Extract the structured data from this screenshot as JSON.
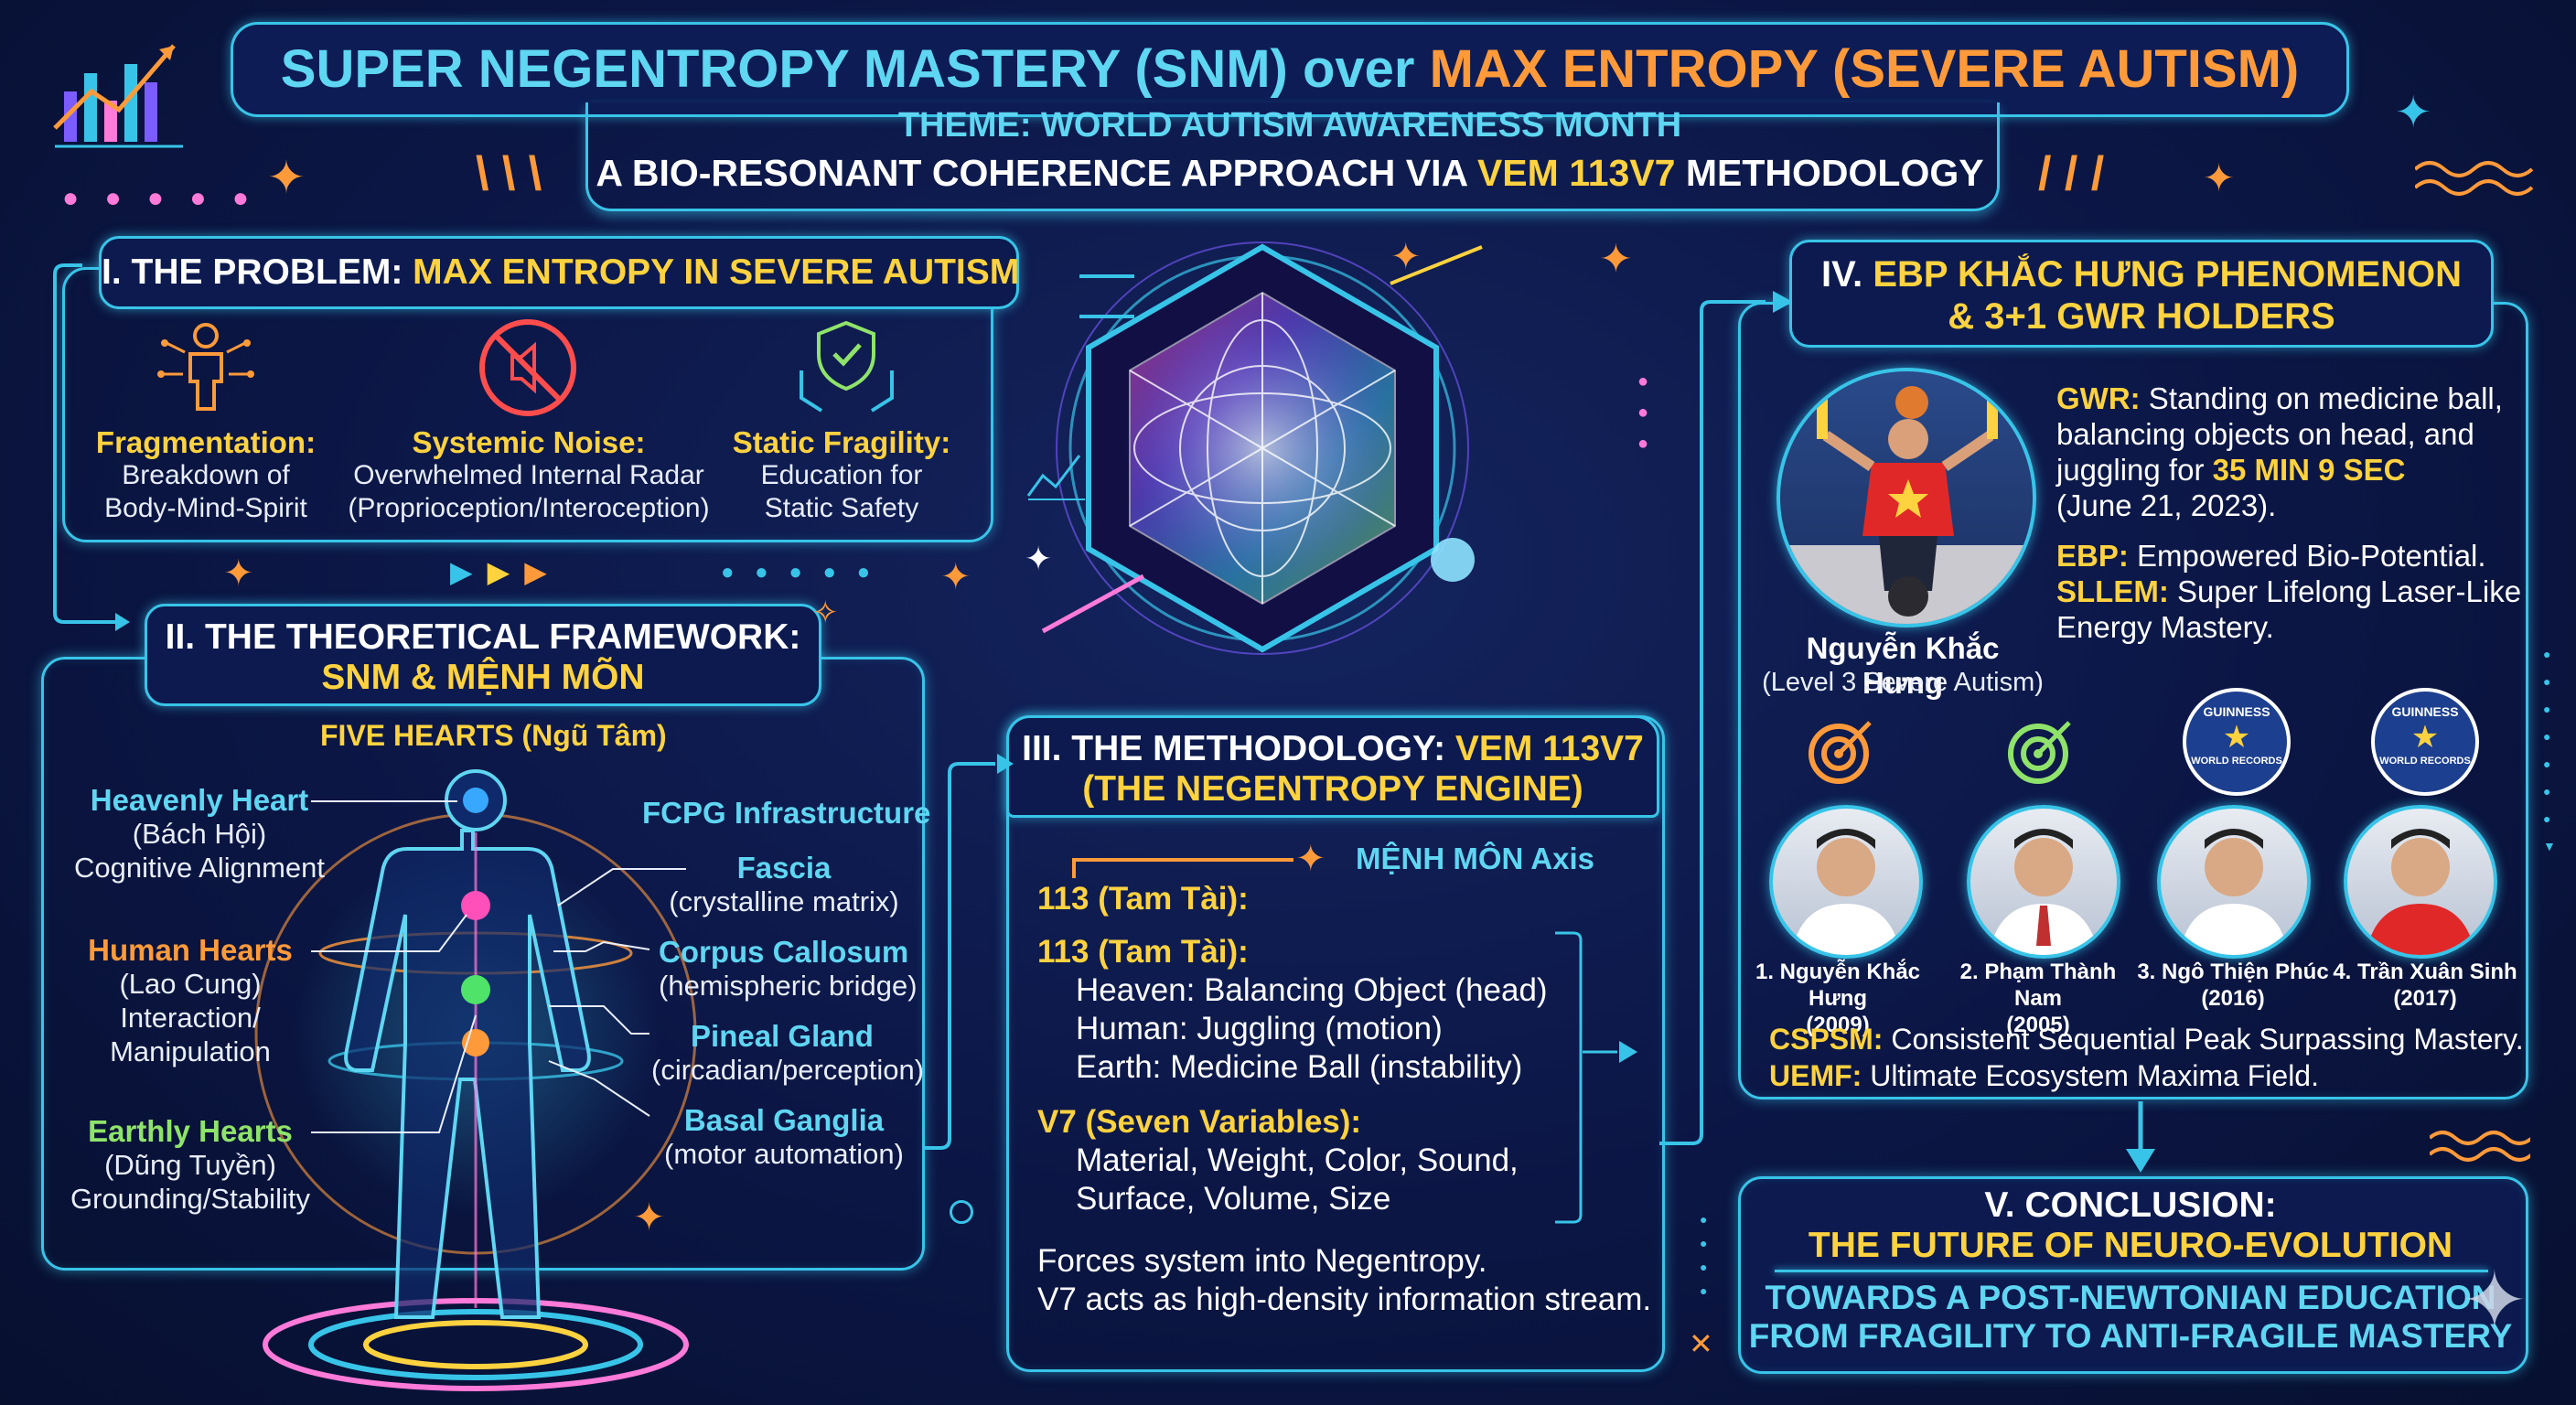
{
  "title": {
    "part1": "SUPER NEGENTROPY MASTERY (SNM) over ",
    "part2": "MAX ENTROPY (SEVERE AUTISM)",
    "theme": "THEME: WORLD AUTISM AWARENESS MONTH",
    "sub1": "A BIO-RESONANT COHERENCE APPROACH VIA ",
    "sub2": "VEM 113V7",
    "sub3": " METHODOLOGY"
  },
  "problem": {
    "heading1": "I. THE PROBLEM: ",
    "heading2": "MAX ENTROPY IN SEVERE AUTISM",
    "items": [
      {
        "title": "Fragmentation:",
        "line1": "Breakdown of",
        "line2": "Body-Mind-Spirit",
        "icon": "fragmented-person-icon"
      },
      {
        "title": "Systemic Noise:",
        "line1": "Overwhelmed Internal Radar",
        "line2": "(Proprioception/Interoception)",
        "icon": "noise-block-icon"
      },
      {
        "title": "Static Fragility:",
        "line1": "Education for",
        "line2": "Static Safety",
        "icon": "shield-hands-icon"
      }
    ]
  },
  "framework": {
    "heading1": "II. THE THEORETICAL FRAMEWORK:",
    "heading2": "SNM & MỆNH MÕN",
    "five_hearts": "FIVE HEARTS (Ngũ Tâm)",
    "fcpg": "FCPG Infrastructure",
    "left": [
      {
        "title": "Heavenly Heart",
        "l1": "(Bách Hội)",
        "l2": "Cognitive Alignment",
        "l3": ""
      },
      {
        "title": "Human Hearts",
        "l1": "(Lao Cung)",
        "l2": "Interaction/",
        "l3": "Manipulation"
      },
      {
        "title": "Earthly Hearts",
        "l1": "(Dũng Tuyền)",
        "l2": "Grounding/Stability",
        "l3": ""
      }
    ],
    "right": [
      {
        "title": "Fascia",
        "l1": "(crystalline matrix)"
      },
      {
        "title": "Corpus Callosum",
        "l1": "(hemispheric bridge)"
      },
      {
        "title": "Pineal Gland",
        "l1": "(circadian/perception)"
      },
      {
        "title": "Basal Ganglia",
        "l1": "(motor automation)"
      }
    ]
  },
  "methodology": {
    "heading1": "III. THE METHODOLOGY: ",
    "heading2": "VEM 113V7",
    "heading3": "(THE NEGENTROPY ENGINE)",
    "axis": "MỆNH MÔN Axis",
    "tam_tai_a": "113 (Tam Tài):",
    "tam_tai_b": "113 (Tam Tài):",
    "tam_items": [
      "Heaven: Balancing Object (head)",
      "Human: Juggling (motion)",
      "Earth: Medicine Ball (instability)"
    ],
    "v7_title": "V7 (Seven Variables):",
    "v7_items": [
      "Material, Weight, Color, Sound,",
      "Surface, Volume, Size"
    ],
    "footer": [
      "Forces system into Negentropy.",
      "V7 acts as high-density information stream."
    ]
  },
  "ebp": {
    "heading1": "IV. ",
    "heading2": "EBP KHẮC HƯNG PHENOMENON",
    "heading3": "& 3+1 GWR HOLDERS",
    "hero_name": "Nguyễn Khắc Hưng",
    "hero_note": "(Level 3 Severe Autism)",
    "gwr_label": "GWR:",
    "gwr_text1": " Standing on medicine ball,",
    "gwr_text2": "balancing objects on head, and",
    "gwr_text3a": "juggling for ",
    "gwr_time": "35 MIN 9 SEC",
    "gwr_text4": "(June 21, 2023).",
    "ebp_label": "EBP:",
    "ebp_text": " Empowered Bio-Potential.",
    "sllem_label": "SLLEM:",
    "sllem_text1": " Super Lifelong Laser-Like",
    "sllem_text2": "Energy Mastery.",
    "guinness": "GUINNESS",
    "world_records": "WORLD RECORDS",
    "holders": [
      {
        "name": "1. Nguyễn Khắc Hưng",
        "year": "(2009)"
      },
      {
        "name": "2. Phạm Thành Nam",
        "year": "(2005)"
      },
      {
        "name": "3. Ngô Thiện Phúc",
        "year": "(2016)"
      },
      {
        "name": "4. Trần Xuân Sinh",
        "year": "(2017)"
      }
    ],
    "cspsm_label": "CSPSM:",
    "cspsm_text": " Consistent Sequential Peak Surpassing Mastery.",
    "uemf_label": "UEMF:",
    "uemf_text": " Ultimate Ecosystem Maxima Field."
  },
  "conclusion": {
    "heading1": "V. CONCLUSION:",
    "heading2": "THE FUTURE OF NEURO-EVOLUTION",
    "line1": "TOWARDS A POST-NEWTONIAN EDUCATION",
    "line2": "FROM FRAGILITY TO ANTI-FRAGILE MASTERY"
  },
  "colors": {
    "cyan": "#38c4e8",
    "yellow": "#ffd23f",
    "orange": "#ff9a3a",
    "green": "#8fe36a",
    "background": "#0b1645"
  }
}
